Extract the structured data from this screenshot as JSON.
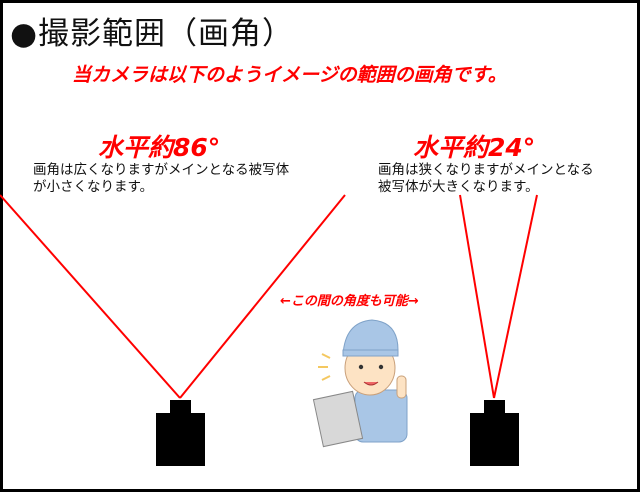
{
  "title": "●撮影範囲（画角）",
  "subtitle": "当カメラは以下のようイメージの範囲の画角です。",
  "wide": {
    "angle": "水平約86°",
    "desc_line1": "画角は広くなりますがメインとなる被写体",
    "desc_line2": "が小さくなります。"
  },
  "narrow": {
    "angle": "水平約24°",
    "desc_line1": "画角は狭くなりますがメインとなる",
    "desc_line2": "被写体が大きくなります。"
  },
  "between_label": "←この間の角度も可能→",
  "colors": {
    "accent": "#ff0000",
    "camera": "#000000"
  }
}
